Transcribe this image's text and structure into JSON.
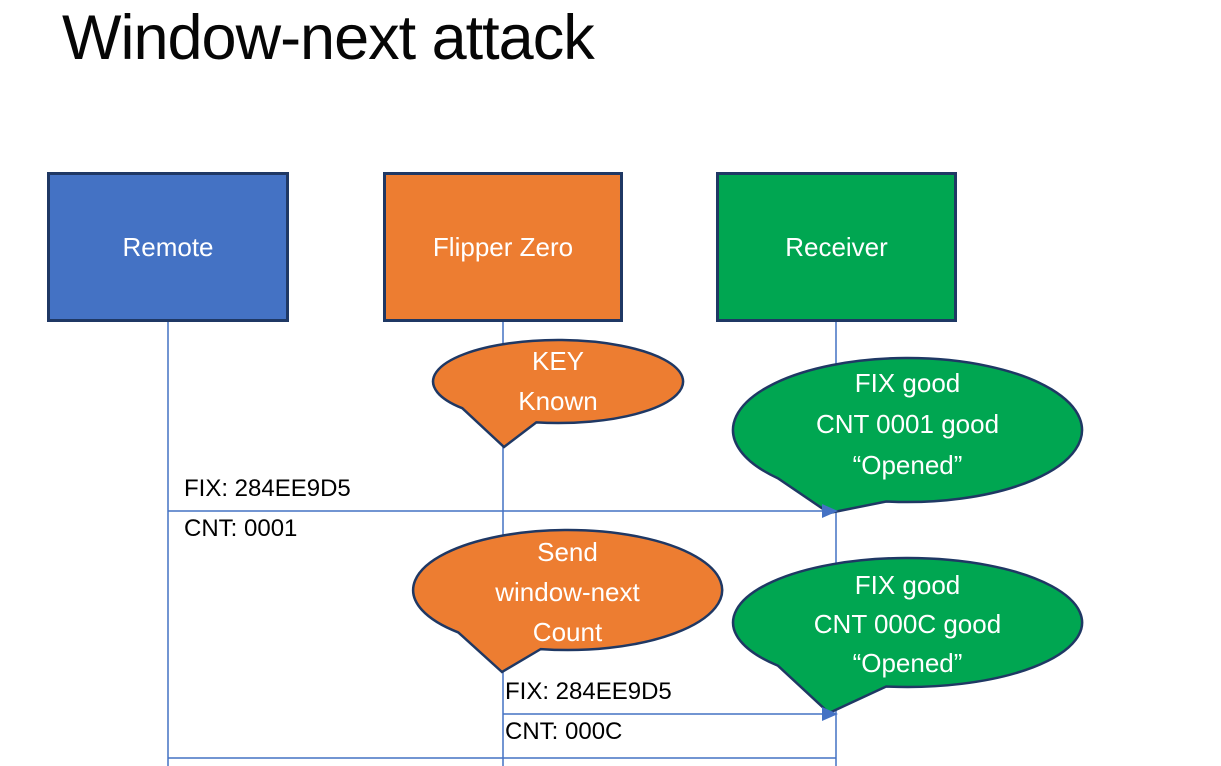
{
  "title": "Window-next attack",
  "colors": {
    "actor_blue": "#4472C4",
    "actor_orange": "#ED7D31",
    "actor_green": "#00A651",
    "outline_navy": "#1F3864",
    "connector_blue": "#4472C4",
    "text_black": "#000000",
    "text_white": "#FFFFFF"
  },
  "actors": [
    {
      "id": "remote",
      "label": "Remote"
    },
    {
      "id": "flipper-zero",
      "label": "Flipper Zero"
    },
    {
      "id": "receiver",
      "label": "Receiver"
    }
  ],
  "callouts": [
    {
      "id": "key-known",
      "color": "orange",
      "lines": [
        "KEY",
        "Known"
      ]
    },
    {
      "id": "receiver-check-1",
      "color": "green",
      "lines": [
        "FIX good",
        "CNT 0001 good",
        "“Opened”"
      ]
    },
    {
      "id": "send-window-next",
      "color": "orange",
      "lines": [
        "Send",
        "window-next",
        "Count"
      ]
    },
    {
      "id": "receiver-check-2",
      "color": "green",
      "lines": [
        "FIX good",
        "CNT 000C good",
        "“Opened”"
      ]
    }
  ],
  "messages": [
    {
      "from": "Remote",
      "to": "Receiver",
      "label_top": "FIX: 284EE9D5",
      "label_bottom": "CNT: 0001"
    },
    {
      "from": "Flipper Zero",
      "to": "Receiver",
      "label_top": "FIX: 284EE9D5",
      "label_bottom": "CNT: 000C"
    }
  ]
}
